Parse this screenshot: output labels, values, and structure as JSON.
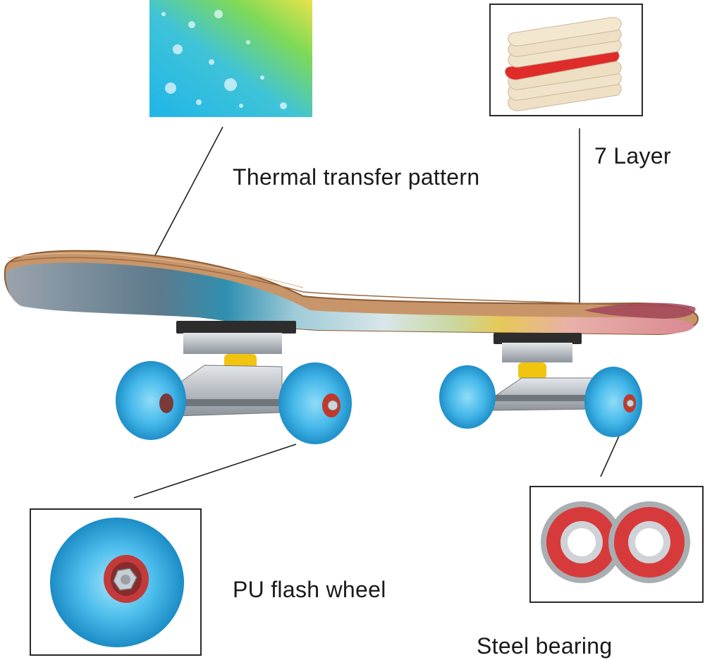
{
  "callouts": {
    "thermal": "Thermal transfer pattern",
    "layers": "7 Layer",
    "wheel": "PU flash wheel",
    "bearing": "Steel bearing"
  },
  "colors": {
    "wheel_blue": "#3fb3e6",
    "deck_wood": "#c9956b",
    "bearing_red": "#d93a3a",
    "truck_silver": "#b9bec4"
  }
}
